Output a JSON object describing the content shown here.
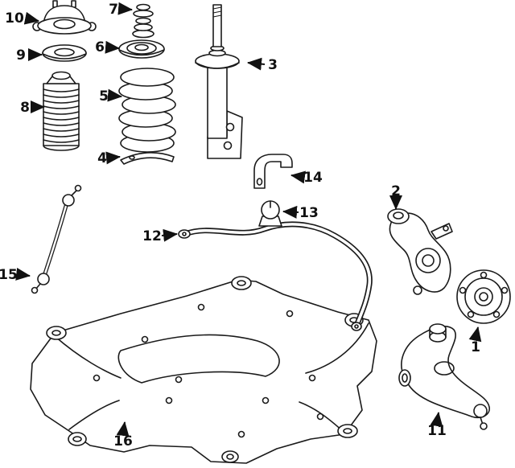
{
  "diagram": {
    "type": "exploded-parts-diagram",
    "subject": "front-suspension",
    "background_color": "#ffffff",
    "line_color": "#1a1a1a",
    "callouts": [
      {
        "label": "10",
        "part": "strut-mount"
      },
      {
        "label": "7",
        "part": "bump-stop"
      },
      {
        "label": "9",
        "part": "bearing-seat"
      },
      {
        "label": "6",
        "part": "upper-spring-seat"
      },
      {
        "label": "3",
        "part": "strut"
      },
      {
        "label": "8",
        "part": "dust-boot"
      },
      {
        "label": "5",
        "part": "coil-spring"
      },
      {
        "label": "4",
        "part": "lower-spring-seat"
      },
      {
        "label": "14",
        "part": "stabilizer-bar-bracket"
      },
      {
        "label": "13",
        "part": "stabilizer-bar-bushing"
      },
      {
        "label": "12",
        "part": "stabilizer-bar"
      },
      {
        "label": "2",
        "part": "steering-knuckle"
      },
      {
        "label": "15",
        "part": "stabilizer-link"
      },
      {
        "label": "1",
        "part": "wheel-hub"
      },
      {
        "label": "11",
        "part": "lower-control-arm"
      },
      {
        "label": "16",
        "part": "crossmember-subframe"
      }
    ]
  }
}
